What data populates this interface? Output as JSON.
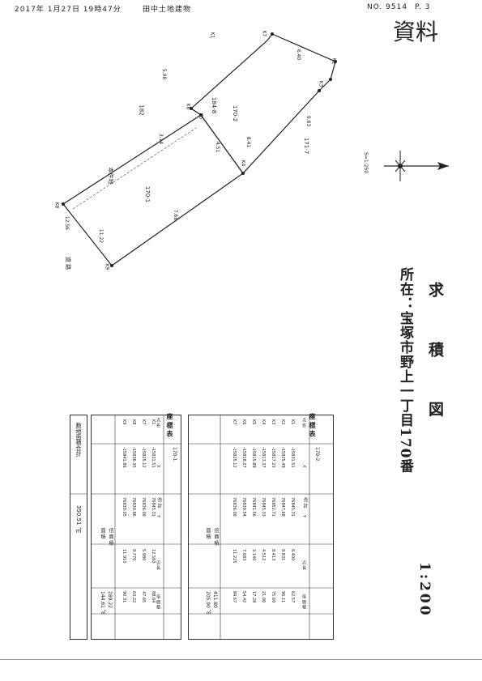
{
  "header": {
    "timestamp": "2017年 1月27日 19時47分",
    "office": "田中土地建物",
    "doc_no": "NO. 9514",
    "page": "P. 3"
  },
  "corner_stamp": "資料",
  "document": {
    "title": "求 積 図",
    "address": "所在：宝塚市野上一丁目170番",
    "scale": "1:200",
    "scale_note": "S=1:250"
  },
  "plan": {
    "lot_main": "本件地",
    "lot_main_no": "170-1",
    "lot_north": "184-8",
    "lot_north_no": "170-2",
    "neighbor_left": "182",
    "neighbor_right": "171-7",
    "road": "道 路",
    "points": [
      "K1",
      "K2",
      "K3",
      "K4",
      "K5",
      "K6",
      "K7",
      "K8",
      "K9"
    ],
    "segments": [
      "6.40",
      "9.83",
      "8.41",
      "4.51",
      "3.14",
      "7.68",
      "11.22",
      "12.56",
      "5.98"
    ]
  },
  "table_upper": {
    "heading": "座 標 表",
    "sub": "170-2",
    "columns": [
      "点 名",
      "X",
      "Y",
      "辺 長",
      "倍 面 積"
    ],
    "rows": [
      [
        "K1",
        "-15831.51",
        "76845.31",
        "6.400",
        "62.57"
      ],
      [
        "K2",
        "-15825.49",
        "76847.68",
        "9.831",
        "96.11"
      ],
      [
        "K3",
        "-15817.23",
        "76852.71",
        "8.413",
        "75.69"
      ],
      [
        "K4",
        "-15813.37",
        "76845.33",
        "4.512",
        "21.06"
      ],
      [
        "K5",
        "-15815.88",
        "76841.56",
        "3.140",
        "17.28"
      ],
      [
        "K6",
        "-15818.27",
        "76839.54",
        "7.683",
        "54.42"
      ],
      [
        "K7",
        "-15825.12",
        "76836.06",
        "11.225",
        "84.67"
      ]
    ],
    "sum_label": "合 計",
    "sum_value": "411.80",
    "double_area_label": "倍 面 積",
    "area_label": "面 積",
    "area_value": "205.90 ㎡"
  },
  "table_lower": {
    "heading": "座 標 表",
    "sub": "170-1",
    "columns": [
      "点 名",
      "X",
      "Y",
      "辺 長",
      "倍 面 積"
    ],
    "rows": [
      [
        "K1",
        "-15831.51",
        "76845.31",
        "12.560",
        "88.04"
      ],
      [
        "K7",
        "-15825.12",
        "76836.06",
        "5.980",
        "47.65"
      ],
      [
        "K8",
        "-15836.35",
        "76830.96",
        "9.770",
        "63.22"
      ],
      [
        "K9",
        "-15841.86",
        "76839.05",
        "11.910",
        "90.31"
      ]
    ],
    "sum_label": "合 計",
    "sum_value": "289.22",
    "double_area_label": "倍 面 積",
    "area_label": "面 積",
    "area_value": "144.61 ㎡"
  },
  "footer": {
    "label": "敷地面積合計",
    "value": "350.51 ㎡"
  }
}
